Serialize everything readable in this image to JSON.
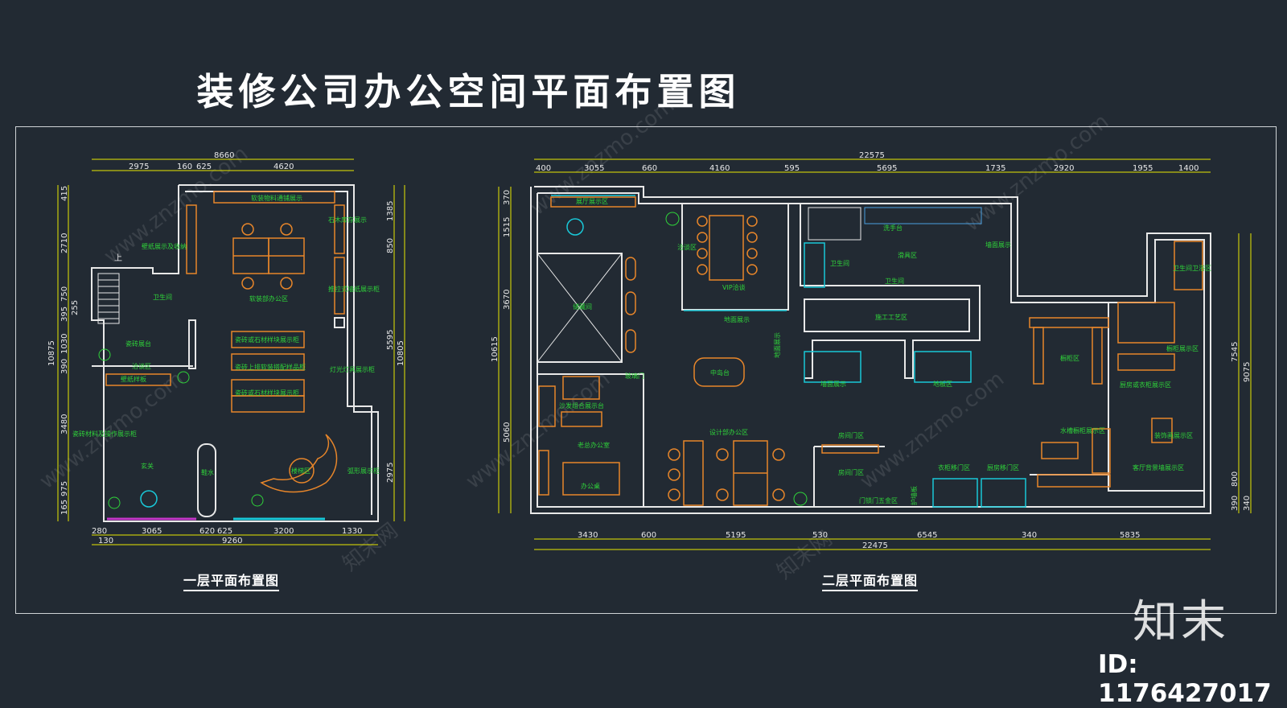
{
  "title": "装修公司办公空间平面布置图",
  "plan1": {
    "caption": "一层平面布置图",
    "top_dims": [
      "8660",
      "2975",
      "160",
      "625",
      "4620"
    ],
    "bottom_dims": [
      "280",
      "130",
      "3065",
      "620",
      "625",
      "9260",
      "3200",
      "1330"
    ],
    "left_dims": [
      "415",
      "2710",
      "750",
      "395",
      "255",
      "10875",
      "1030",
      "390",
      "3480",
      "975",
      "165"
    ],
    "right_dims": [
      "1385",
      "850",
      "5595",
      "10805",
      "2975"
    ],
    "labels": [
      "软装物料通铺展示",
      "石木库存展示",
      "壁纸展示及收纳",
      "软装部办公区",
      "卫生间",
      "推拉式墙纸展示柜",
      "瓷砖展台",
      "洽谈区",
      "壁纸样板",
      "瓷砖或石材样块展示柜",
      "瓷砖上排软装搭配样品柜",
      "灯光灯具展示柜",
      "瓷砖或石材样块展示柜",
      "瓷砖材料及操作展示柜",
      "玄关",
      "楼梯区",
      "弧形展示柜",
      "上",
      "鞋水"
    ]
  },
  "plan2": {
    "caption": "二层平面布置图",
    "top_dims": [
      "22575",
      "400",
      "3055",
      "660",
      "4160",
      "595",
      "5695",
      "1735",
      "2920",
      "1955",
      "1400"
    ],
    "bottom_dims": [
      "3430",
      "600",
      "5195",
      "530",
      "6545",
      "340",
      "5835",
      "22475"
    ],
    "left_dims": [
      "370",
      "1515",
      "3670",
      "10615",
      "5060"
    ],
    "right_dims": [
      "7545",
      "9075",
      "800",
      "390",
      "340"
    ],
    "labels": [
      "展厅展示区",
      "洽谈区",
      "VIP洽谈",
      "洗手台",
      "卫生间",
      "滑具区",
      "墙面展示",
      "卫生间",
      "地面展示",
      "施工工艺区",
      "墙面展示",
      "地板区",
      "玻璃门",
      "中岛台",
      "地面展示",
      "沙发组合展示台",
      "老总办公室",
      "办公桌",
      "设计部办公区",
      "房间门区",
      "房间门区",
      "橱柜区",
      "衣柜移门区",
      "厨房移门区",
      "门锁门五金区",
      "护墙板",
      "卫生间卫浴区",
      "橱柜展示区",
      "厨房或衣柜展示区",
      "装饰画展示区",
      "水槽橱柜展示区",
      "客厅背景墙展示区",
      "储藏间"
    ]
  },
  "brand": {
    "logo_text": "知末",
    "id_text": "ID: 1176427017",
    "watermark": "www.znzmo.com",
    "watermark_cn": "知末网"
  },
  "colors": {
    "background": "#222a33",
    "wall": "#e8e8e8",
    "furniture": "#e8862a",
    "label": "#2fd33a",
    "dimension": "#e8e800",
    "glass": "#19c8d8"
  }
}
